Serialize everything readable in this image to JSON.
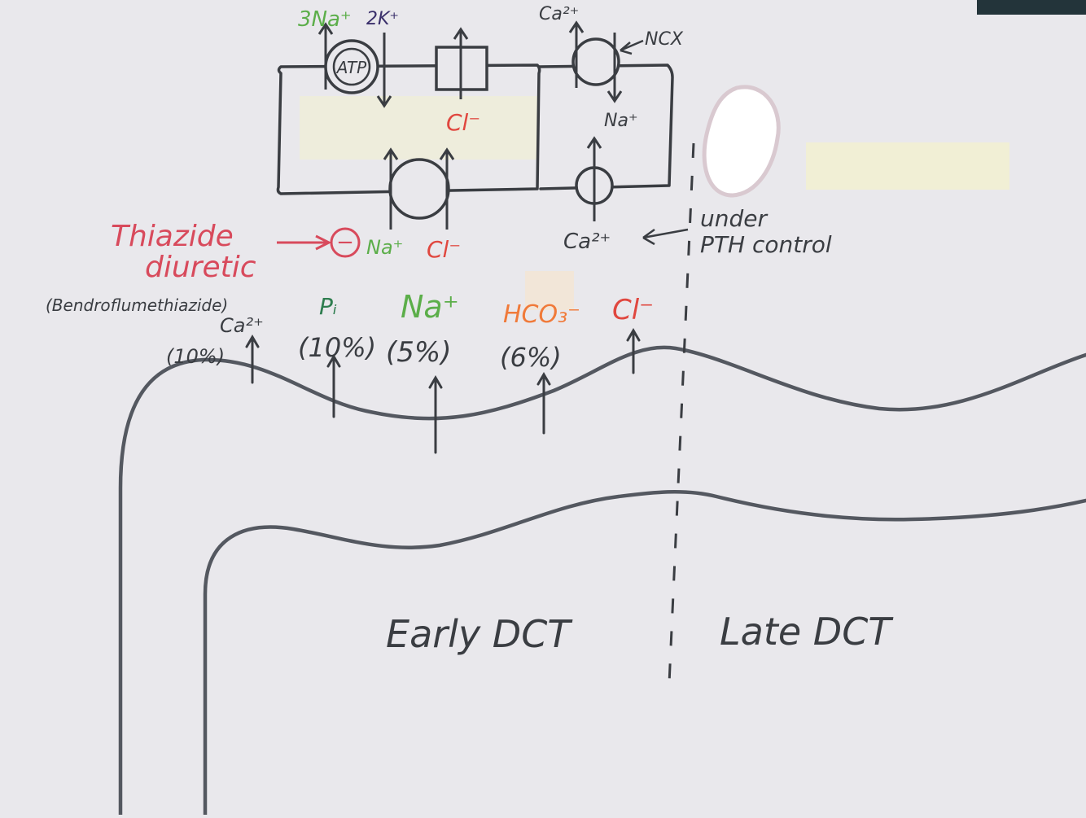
{
  "colors": {
    "paper": "#e9e8ec",
    "ink": "#3a3d42",
    "green": "#5cae4a",
    "dark_green": "#2e7d4f",
    "purple": "#3a2f6b",
    "red": "#e0473f",
    "pink_red": "#d84a5c",
    "orange": "#f07a3a",
    "tape": "#f3f0d0",
    "tape_peach": "#f5e6d0",
    "corner": "#23343a"
  },
  "cell": {
    "pump": {
      "label": "ATP",
      "na_label": "3Na⁺",
      "k_label": "2K⁺"
    },
    "cl_channel_label": "Cl⁻",
    "ncx": {
      "label": "NCX",
      "ca_label": "Ca²⁺",
      "na_label": "Na⁺"
    },
    "symporter": {
      "na_label": "Na⁺",
      "cl_label": "Cl⁻"
    },
    "ca_channel": {
      "label": "Ca²⁺"
    }
  },
  "thiazide": {
    "line1": "Thiazide",
    "line2": "diuretic",
    "example": "(Bendroflumethiazide)",
    "inhibit_symbol": "−"
  },
  "pth_note": {
    "line1": "under",
    "line2": "PTH control"
  },
  "reabsorption": [
    {
      "ion": "Ca²⁺",
      "percent": "(10%)"
    },
    {
      "ion": "Pᵢ",
      "percent": "(10%)"
    },
    {
      "ion": "Na⁺",
      "percent": "(5%)"
    },
    {
      "ion": "HCO₃⁻",
      "percent": "(6%)"
    },
    {
      "ion": "Cl⁻",
      "percent": ""
    }
  ],
  "regions": {
    "early": "Early DCT",
    "late": "Late DCT"
  }
}
